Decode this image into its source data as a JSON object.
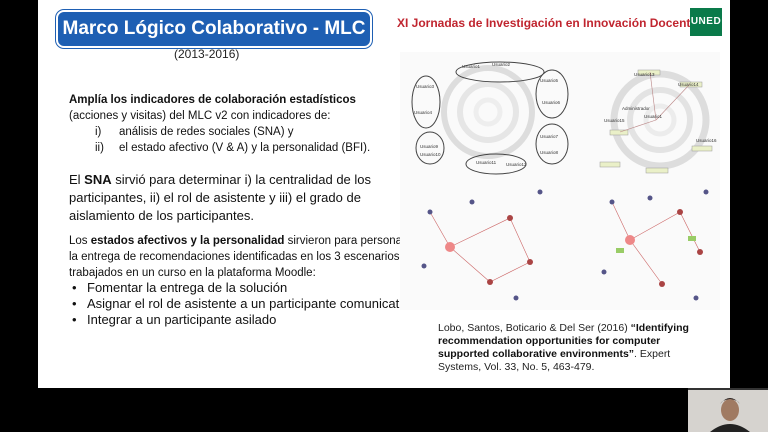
{
  "slide": {
    "title": "Marco Lógico Colaborativo - MLC v3",
    "subtitle": "(2013-2016)",
    "conference": "XI Jornadas de Investigación en Innovación Docente",
    "logo_text": "UNED",
    "intro_bold": "Amplía los indicadores de colaboración estadísticos",
    "intro_rest": " (acciones y visitas) del MLC v2 con indicadores de:",
    "items": [
      {
        "num": "i)",
        "text": "análisis de redes sociales (SNA) y"
      },
      {
        "num": "ii)",
        "text": "el estado afectivo (V & A) y la personalidad (BFI)."
      }
    ],
    "sna_pre": "El ",
    "sna_bold": "SNA",
    "sna_rest": " sirvió para determinar i) la centralidad de los participantes, ii) el rol de asistente y iii) el grado de aislamiento de los participantes.",
    "states_pre": "Los ",
    "states_bold": "estados afectivos y la personalidad",
    "states_rest": " sirvieron para personalizar la entrega de recomendaciones identificadas en los 3 escenarios trabajados en un curso en la plataforma Moodle:",
    "bullets": [
      "Fomentar la entrega de la solución",
      "Asignar el rol de asistente a un participante comunicativo",
      "Integrar a un participante asilado"
    ],
    "citation_plain": "Lobo, Santos, Boticario & Del Ser (2016) ",
    "citation_bold": "“Identifying recommendation opportunities for computer supported collaborative environments”",
    "citation_rest": ". Expert Systems, Vol. 33, No. 5, 463-479.",
    "figure_labels": [
      "Usuario1",
      "Usuario2",
      "Usuario3",
      "Usuario4",
      "Usuario5",
      "Usuario6",
      "Usuario7",
      "Usuario8",
      "Usuario9",
      "Usuario10",
      "Usuario11",
      "Usuario12",
      "Usuario13",
      "Usuario14",
      "Usuario15",
      "Usuario16",
      "Administrador"
    ]
  },
  "colors": {
    "title_bg": "#1e5fb3",
    "conference_red": "#c0252f",
    "logo_green": "#0a7a4a"
  }
}
